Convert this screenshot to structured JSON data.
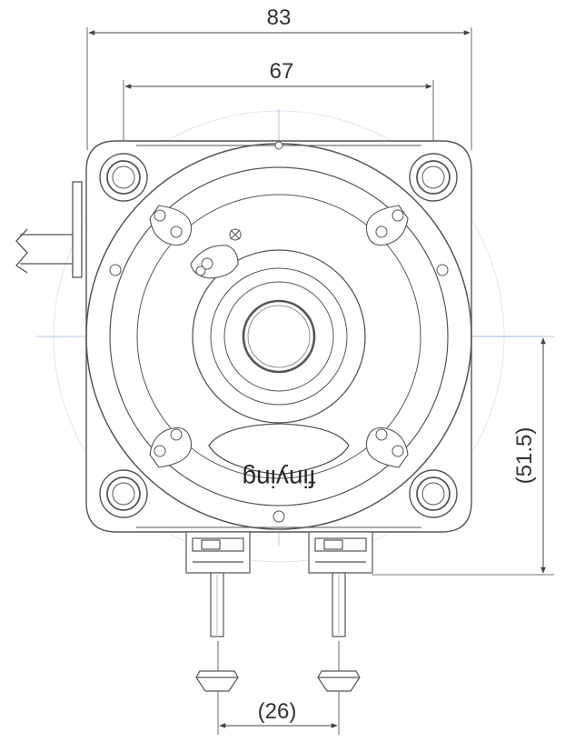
{
  "dimensions": {
    "overall_width": "83",
    "hole_spacing": "67",
    "shaft_to_base": "(51.5)",
    "terminal_spacing": "(26)"
  },
  "logo": {
    "text": "finying"
  },
  "colors": {
    "line": "#555555",
    "centerline": "#9db8d8",
    "dimension": "#444444"
  }
}
